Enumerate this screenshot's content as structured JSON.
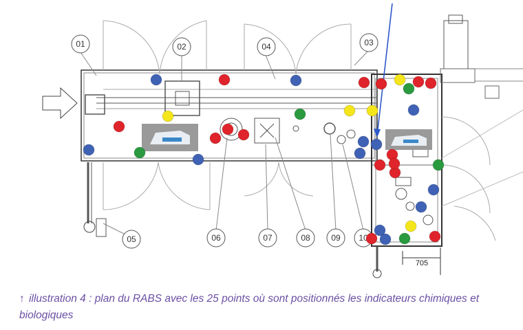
{
  "callouts": [
    "01",
    "02",
    "03",
    "04",
    "05",
    "06",
    "07",
    "08",
    "09",
    "10"
  ],
  "dimension_label": "705",
  "caption": {
    "arrow": "↑",
    "text": "illustration 4 : plan du RABS avec les 25 points où sont positionnés les indicateurs chimiques et biologiques"
  },
  "colors": {
    "blue": "#3f62b5",
    "red": "#e0242b",
    "yellow": "#f4e61b",
    "green": "#2a9a3f",
    "caption": "#6b4fa3",
    "pointer": "#2e58c9"
  },
  "markers": [
    {
      "color": "blue"
    },
    {
      "color": "red"
    },
    {
      "color": "blue"
    },
    {
      "color": "blue"
    },
    {
      "color": "red"
    },
    {
      "color": "red"
    },
    {
      "color": "yellow"
    },
    {
      "color": "green"
    },
    {
      "color": "red"
    },
    {
      "color": "blue"
    },
    {
      "color": "green"
    },
    {
      "color": "blue"
    },
    {
      "color": "red"
    },
    {
      "color": "yellow"
    },
    {
      "color": "red"
    },
    {
      "color": "red"
    },
    {
      "color": "yellow"
    },
    {
      "color": "red"
    },
    {
      "color": "yellow"
    },
    {
      "color": "green"
    },
    {
      "color": "blue"
    },
    {
      "color": "red"
    },
    {
      "color": "blue"
    },
    {
      "color": "red"
    },
    {
      "color": "blue"
    },
    {
      "color": "red"
    },
    {
      "color": "red"
    },
    {
      "color": "red"
    },
    {
      "color": "green"
    },
    {
      "color": "blue"
    },
    {
      "color": "blue"
    },
    {
      "color": "blue"
    },
    {
      "color": "yellow"
    },
    {
      "color": "green"
    },
    {
      "color": "red"
    },
    {
      "color": "blue"
    },
    {
      "color": "red"
    }
  ]
}
